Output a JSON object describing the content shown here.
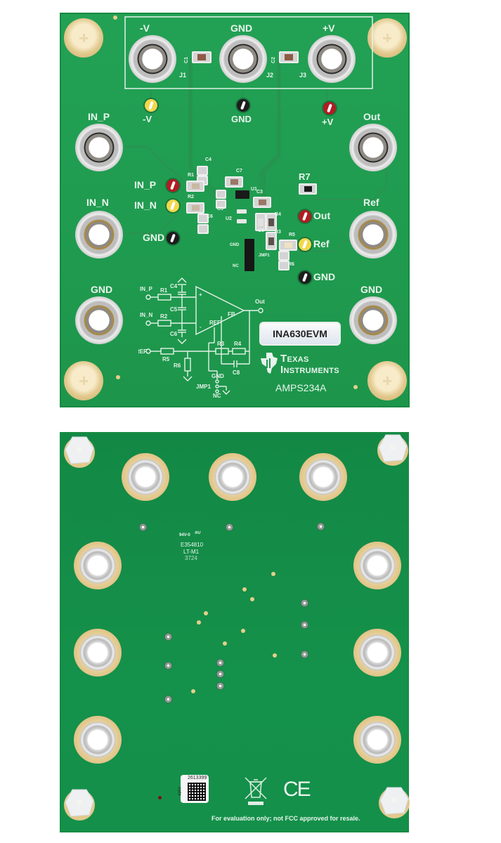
{
  "photo": {
    "subject": "Texas Instruments INA630EVM evaluation board, top and bottom views",
    "colors": {
      "pcb_green": "#1f9a4e",
      "pcb_green_bottom": "#14904a",
      "silkscreen": "#e9f5ec",
      "gold": "#e2c98e",
      "tp_red": "#b31b22",
      "tp_yellow": "#f2d84a",
      "tp_black": "#1d1d1d"
    }
  },
  "top_board": {
    "power_connectors": [
      {
        "label": "-V",
        "ref": "J1"
      },
      {
        "label": "GND",
        "ref": "J2"
      },
      {
        "label": "+V",
        "ref": "J3"
      }
    ],
    "power_caps": [
      "C1",
      "C2"
    ],
    "power_test_points": [
      {
        "label": "-V",
        "color": "yellow"
      },
      {
        "label": "GND",
        "color": "black"
      },
      {
        "label": "+V",
        "color": "red"
      }
    ],
    "left_connectors": [
      "IN_P",
      "IN_N",
      "GND"
    ],
    "right_connectors": [
      "Out",
      "Ref",
      "GND"
    ],
    "test_points": [
      {
        "label": "IN_P",
        "color": "red"
      },
      {
        "label": "IN_N",
        "color": "yellow"
      },
      {
        "label": "GND",
        "color": "black"
      },
      {
        "label": "Out",
        "color": "red"
      },
      {
        "label": "Ref",
        "color": "yellow"
      },
      {
        "label": "GND",
        "color": "black"
      }
    ],
    "components": [
      "R1",
      "R2",
      "R3",
      "R4",
      "R5",
      "R6",
      "R7",
      "C3",
      "C4",
      "C5",
      "C6",
      "C7",
      "C8",
      "U1",
      "U2"
    ],
    "jumper": {
      "ref": "JMP1",
      "top": "GND",
      "bottom": "NC"
    },
    "schematic": {
      "inputs": [
        "IN_P",
        "IN_N",
        "REF"
      ],
      "output": "Out",
      "pins": [
        "FB",
        "REF"
      ],
      "parts": [
        "R1",
        "R2",
        "R3",
        "R4",
        "R5",
        "R6",
        "C4",
        "C5",
        "C6",
        "C8"
      ],
      "jumper": "JMP1",
      "jumper_pos": [
        "GND",
        "NC"
      ],
      "signs": [
        "+",
        "-"
      ]
    },
    "board_label": "INA630EVM",
    "logo_line1": "Texas",
    "logo_line2": "Instruments",
    "part_number": "AMPS234A"
  },
  "bottom_board": {
    "ul_mark": "94V-0",
    "ul_file": "E354810",
    "ul_code": "LT-M1",
    "date_code": "3724",
    "serial": "2613399",
    "serial_prefix": "KRY",
    "ce_mark": "CE",
    "disclaimer": "For evaluation only; not FCC approved for resale."
  }
}
